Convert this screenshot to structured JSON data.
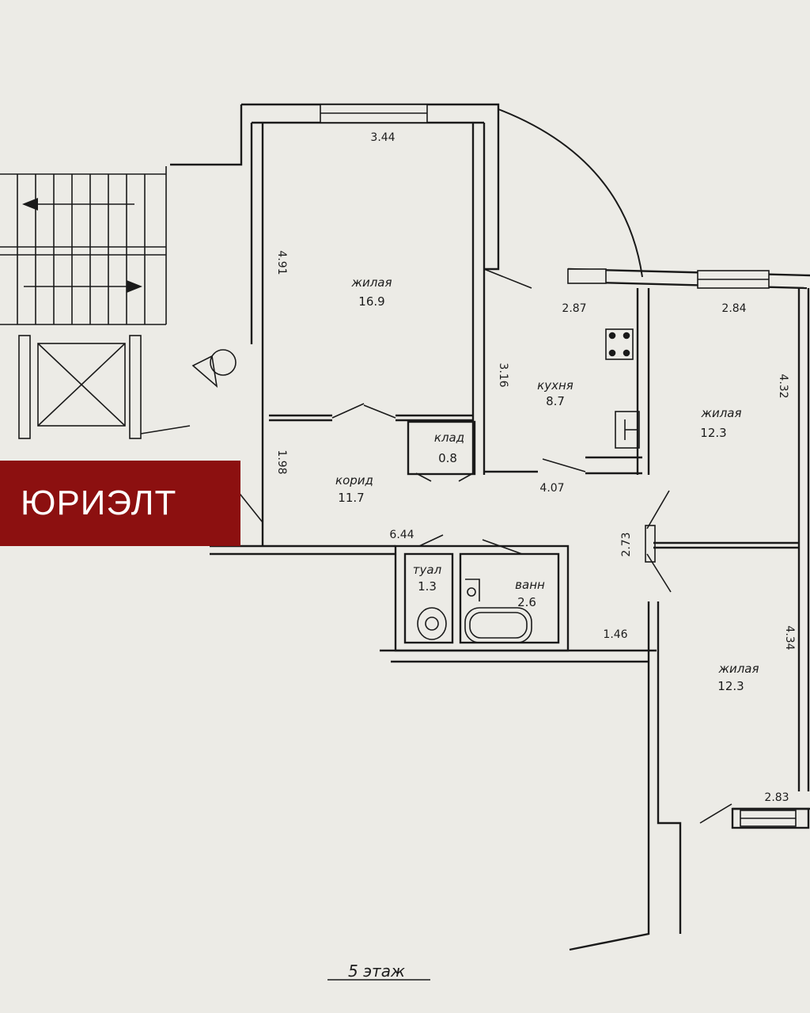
{
  "rooms": [
    {
      "id": "living1",
      "name": "жилая",
      "area": "16.9"
    },
    {
      "id": "kitchen",
      "name": "кухня",
      "area": "8.7"
    },
    {
      "id": "living2",
      "name": "жилая",
      "area": "12.3"
    },
    {
      "id": "living3",
      "name": "жилая",
      "area": "12.3"
    },
    {
      "id": "corridor",
      "name": "корид",
      "area": "11.7"
    },
    {
      "id": "storage",
      "name": "клад",
      "area": "0.8"
    },
    {
      "id": "toilet",
      "name": "туал",
      "area": "1.3"
    },
    {
      "id": "bath",
      "name": "ванн",
      "area": "2.6"
    }
  ],
  "dimensions": [
    "3.44",
    "4.91",
    "2.87",
    "3.16",
    "2.84",
    "4.32",
    "1.98",
    "4.07",
    "6.44",
    "2.73",
    "1.46",
    "4.34",
    "2.83"
  ],
  "floor_label": "5 этаж",
  "brand": {
    "text": "ЮРИЭЛТ",
    "color": "#8c1010"
  }
}
